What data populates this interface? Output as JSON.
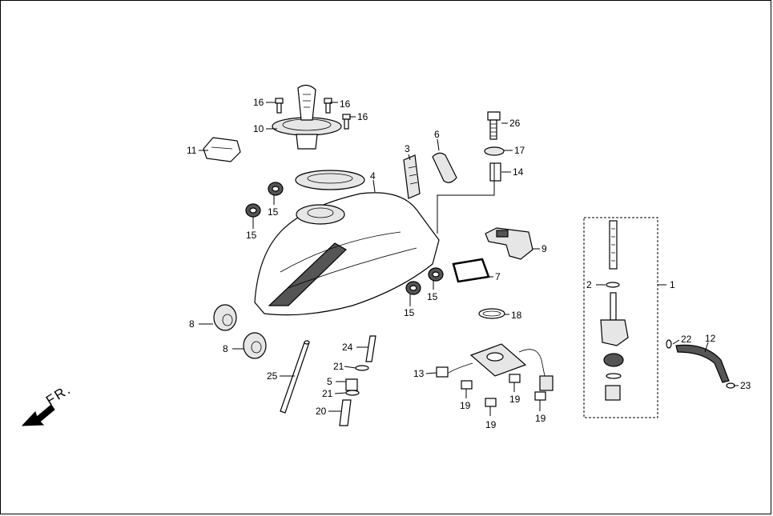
{
  "diagram": {
    "direction_label": "FR.",
    "callouts": [
      "1",
      "2",
      "3",
      "4",
      "5",
      "6",
      "7",
      "8",
      "9",
      "10",
      "11",
      "12",
      "13",
      "14",
      "15",
      "16",
      "17",
      "18",
      "19",
      "20",
      "21",
      "22",
      "23",
      "24",
      "25",
      "26"
    ]
  }
}
